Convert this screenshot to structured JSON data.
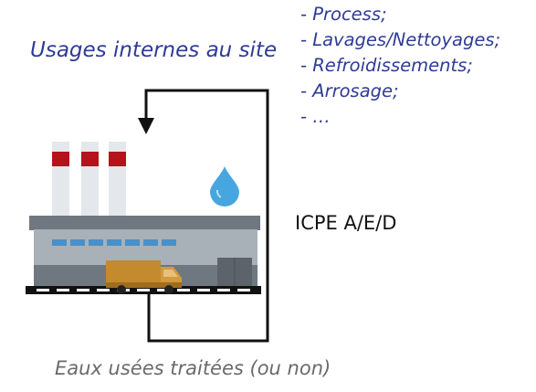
{
  "title": "Usages internes au site",
  "uses": [
    "- Process;",
    "- Lavages/Nettoyages;",
    "- Refroidissements;",
    "- Arrosage;",
    "- …"
  ],
  "facility_label": "ICPE A/E/D",
  "water_label": "Eaux usées traitées (ou non)",
  "icons": [
    "factory-icon",
    "water-drop-icon",
    "delivery-truck-icon",
    "arrow-down-icon"
  ],
  "colors": {
    "text_blue": "#2f3b96",
    "grey_text": "#6a6a6a",
    "chimney_band": "#b5121b",
    "drop": "#47a6e0",
    "truck": "#c48a2e"
  }
}
